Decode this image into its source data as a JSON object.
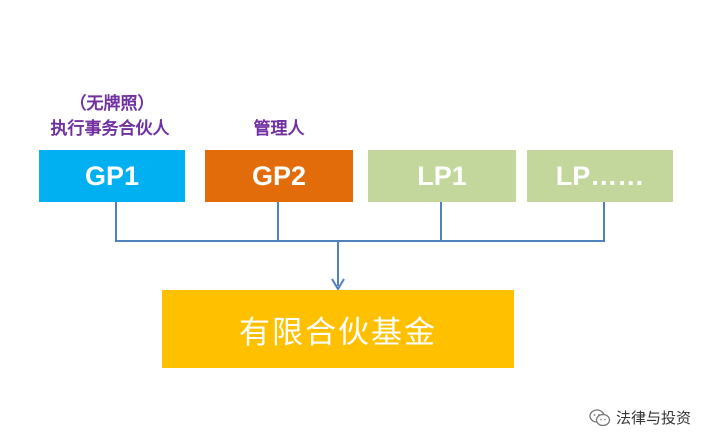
{
  "labels": {
    "gp1_note": "（无牌照）",
    "gp1_role": "执行事务合伙人",
    "gp2_role": "管理人"
  },
  "nodes": {
    "gp1": "GP1",
    "gp2": "GP2",
    "lp1": "LP1",
    "lp_more": "LP……",
    "fund": "有限合伙基金"
  },
  "colors": {
    "gp1": "#00b0f0",
    "gp2": "#e36c0a",
    "lp": "#c3d69b",
    "fund": "#ffc000",
    "label": "#7030a0",
    "connector": "#4f81bd"
  },
  "watermark": {
    "icon": "wechat-icon",
    "text": "法律与投资"
  }
}
